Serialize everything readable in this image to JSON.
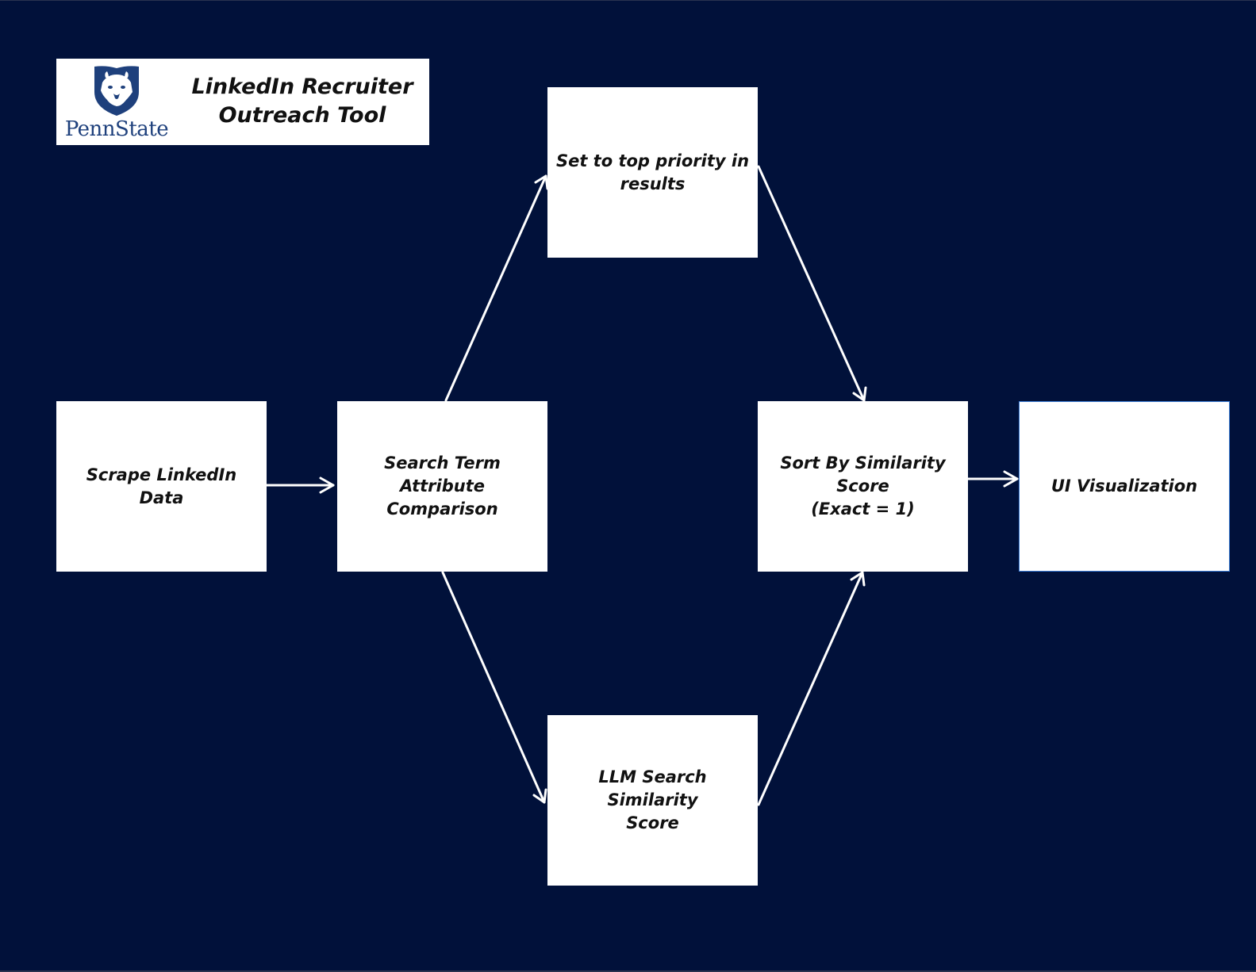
{
  "header": {
    "logo_text": "PennState",
    "title": "LinkedIn Recruiter\nOutreach Tool"
  },
  "nodes": {
    "scrape": "Scrape LinkedIn Data",
    "search_compare": "Search Term Attribute\nComparison",
    "top_priority": "Set to top priority in\nresults",
    "llm_score": "LLM Search Similarity\nScore",
    "sort": "Sort By Similarity\nScore\n(Exact  = 1)",
    "ui_viz": "UI Visualization"
  },
  "colors": {
    "background": "#01113a",
    "node_fill": "#ffffff",
    "arrow": "#ffffff",
    "brand": "#1e407c"
  },
  "icons": {
    "logo": "nittany-lion-shield-icon"
  }
}
